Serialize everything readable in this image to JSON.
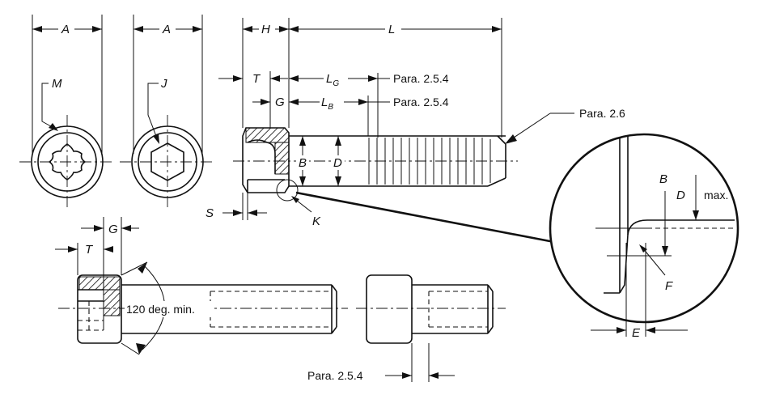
{
  "labels": {
    "a1": "A",
    "a2": "A",
    "m": "M",
    "j": "J",
    "h": "H",
    "l": "L",
    "t1": "T",
    "lg_main": "L",
    "lg_sub": "G",
    "para_lg": "Para. 2.5.4",
    "g1": "G",
    "lb_main": "L",
    "lb_sub": "B",
    "para_lb": "Para. 2.5.4",
    "para_26": "Para. 2.6",
    "b1": "B",
    "d1": "D",
    "s": "S",
    "k": "K",
    "t2": "T",
    "g2": "G",
    "angle": "120 deg. min.",
    "para_bottom": "Para. 2.5.4",
    "b2": "B",
    "dmax_main": "D",
    "dmax_sub": "max.",
    "f": "F",
    "e": "E"
  }
}
